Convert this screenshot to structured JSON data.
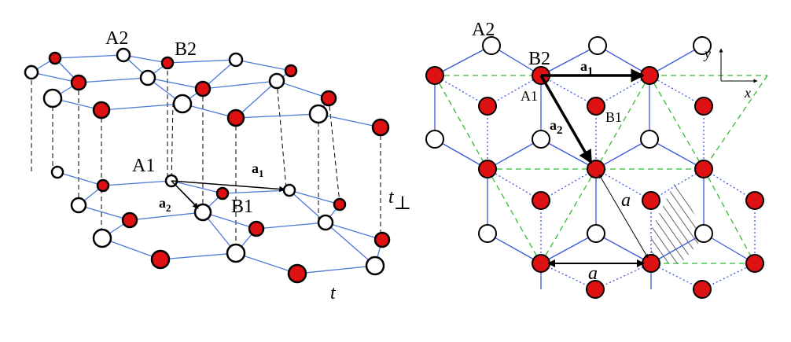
{
  "colors": {
    "atom_a_fill": "#dd1111",
    "atom_b_fill": "#ffffff",
    "bond": "#4a78d8",
    "dashed_cell": "#33bb33",
    "interlayer_dash": "#000000",
    "vector": "#000000"
  },
  "left_panel": {
    "label_A2": "A2",
    "label_B2": "B2",
    "label_A1": "A1",
    "label_B1": "B1",
    "vec_a1": "a",
    "vec_a1_sub": "1",
    "vec_a2": "a",
    "vec_a2_sub": "2",
    "t_perp": "t",
    "t_perp_sym": "⊥",
    "t": "t"
  },
  "right_panel": {
    "label_A2": "A2",
    "label_B2": "B2",
    "label_A1": "A1",
    "label_B1": "B1",
    "vec_a1": "a",
    "vec_a1_sub": "1",
    "vec_a2": "a",
    "vec_a2_sub": "2",
    "dist_a_diag": "a",
    "dist_a_horiz": "a",
    "axis_y": "y",
    "axis_x": "x"
  }
}
